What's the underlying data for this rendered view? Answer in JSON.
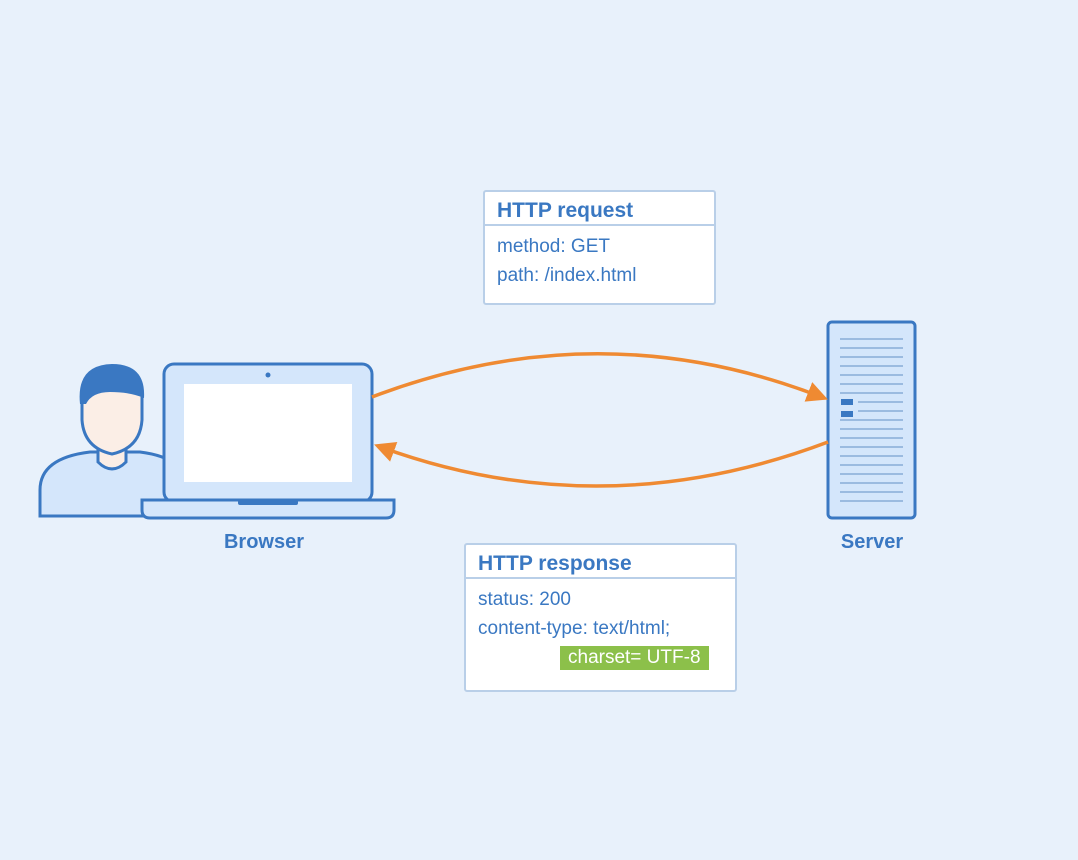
{
  "request": {
    "title": "HTTP request",
    "lines": [
      "method: GET",
      "path: /index.html"
    ]
  },
  "response": {
    "title": "HTTP response",
    "lines": [
      "status: 200",
      "content-type: text/html;"
    ],
    "highlight": "charset= UTF-8"
  },
  "nodes": {
    "browser_label": "Browser",
    "server_label": "Server"
  },
  "icons": {
    "user": "user-avatar-icon",
    "laptop": "laptop-icon",
    "server": "server-tower-icon",
    "request_arrow": "arrow-right",
    "response_arrow": "arrow-left"
  },
  "colors": {
    "background": "#e8f1fb",
    "primary_blue": "#3a78c2",
    "arrow_orange": "#ef8a32",
    "highlight_green": "#8cc04a"
  }
}
